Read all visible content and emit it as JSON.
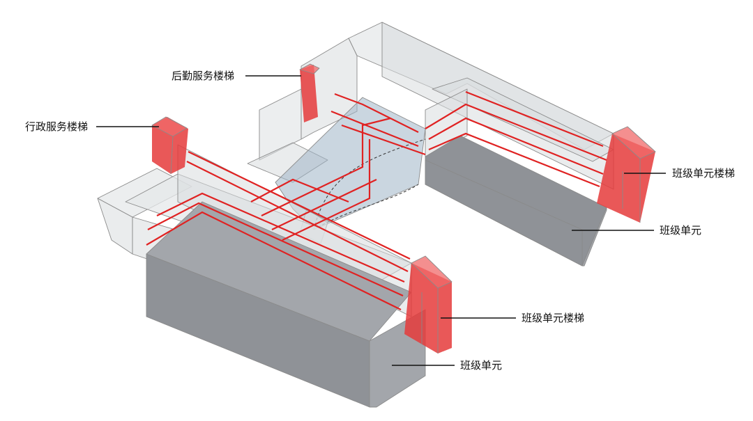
{
  "labels": {
    "logistics_stair": "后勤服务楼梯",
    "admin_stair": "行政服务楼梯",
    "class_unit_stair_right": "班级单元楼梯",
    "class_unit_right": "班级单元",
    "class_unit_stair_front": "班级单元楼梯",
    "class_unit_front": "班级单元"
  },
  "colors": {
    "stair_red": "#e53b3b",
    "circulation_line": "#e02222",
    "solid_volume": "#8f9297",
    "glass_volume": "#d9dcdf",
    "courtyard_blue": "#9fb4c6"
  }
}
